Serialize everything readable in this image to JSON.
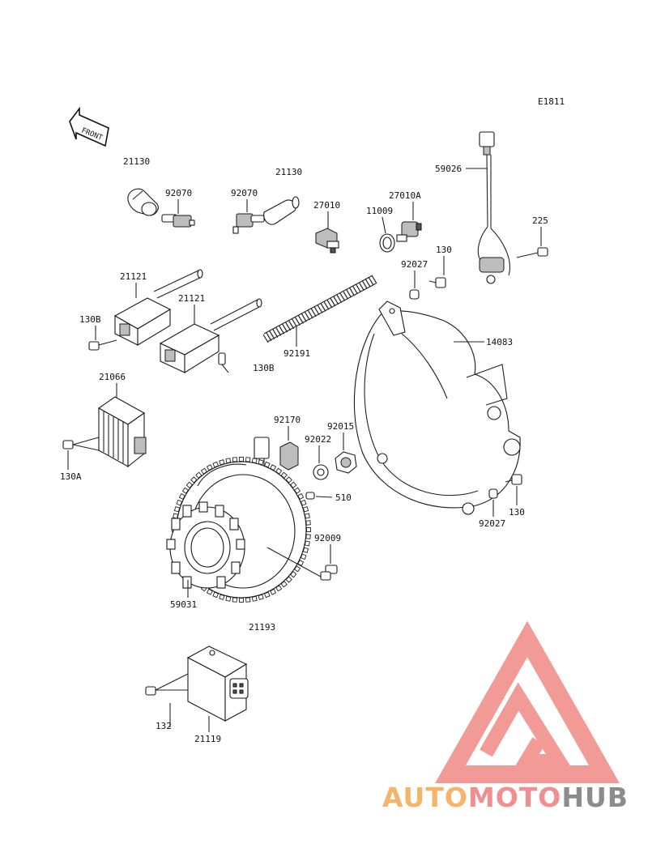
{
  "diagram": {
    "code": "E1811",
    "front_label": "FRONT",
    "labels": [
      {
        "id": "21130-a",
        "text": "21130"
      },
      {
        "id": "21130-b",
        "text": "21130"
      },
      {
        "id": "92070-a",
        "text": "92070"
      },
      {
        "id": "92070-b",
        "text": "92070"
      },
      {
        "id": "27010",
        "text": "27010"
      },
      {
        "id": "11009",
        "text": "11009"
      },
      {
        "id": "27010A",
        "text": "27010A"
      },
      {
        "id": "59026",
        "text": "59026"
      },
      {
        "id": "225",
        "text": "225"
      },
      {
        "id": "130-a",
        "text": "130"
      },
      {
        "id": "92027-a",
        "text": "92027"
      },
      {
        "id": "21121-a",
        "text": "21121"
      },
      {
        "id": "21121-b",
        "text": "21121"
      },
      {
        "id": "130B-a",
        "text": "130B"
      },
      {
        "id": "130B-b",
        "text": "130B"
      },
      {
        "id": "92191",
        "text": "92191"
      },
      {
        "id": "14083",
        "text": "14083"
      },
      {
        "id": "21066",
        "text": "21066"
      },
      {
        "id": "130A",
        "text": "130A"
      },
      {
        "id": "92170",
        "text": "92170"
      },
      {
        "id": "92015",
        "text": "92015"
      },
      {
        "id": "92022",
        "text": "92022"
      },
      {
        "id": "510",
        "text": "510"
      },
      {
        "id": "92027-b",
        "text": "92027"
      },
      {
        "id": "130-b",
        "text": "130"
      },
      {
        "id": "92009",
        "text": "92009"
      },
      {
        "id": "59031",
        "text": "59031"
      },
      {
        "id": "21193",
        "text": "21193"
      },
      {
        "id": "132",
        "text": "132"
      },
      {
        "id": "21119",
        "text": "21119"
      }
    ]
  },
  "watermark": {
    "part1": "AUTO",
    "part2": "MOTO",
    "part3": "HUB",
    "color_auto": "#f4b46a",
    "color_moto": "#ef8f8f",
    "color_hub": "#8c8c8c",
    "logo_color": "#f08a84"
  }
}
